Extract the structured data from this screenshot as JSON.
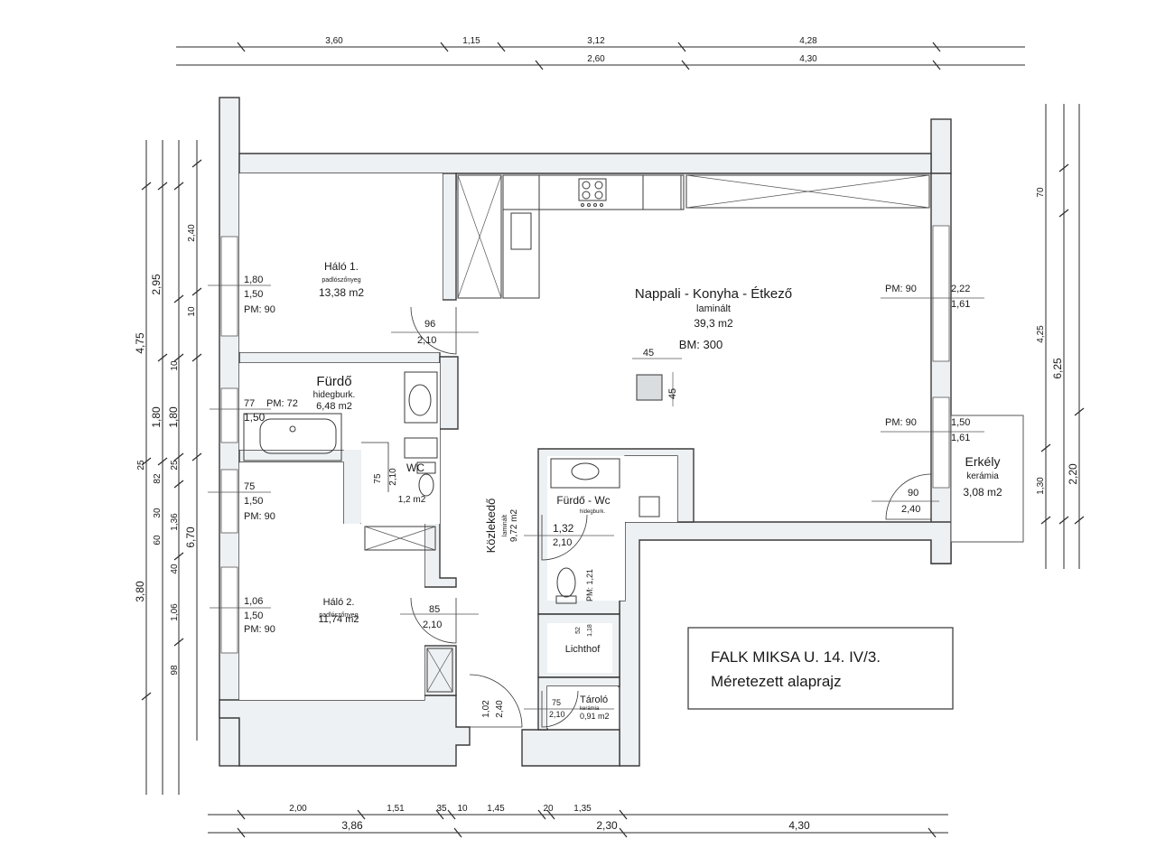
{
  "title": {
    "line1": "FALK MIKSA U. 14. IV/3.",
    "line2": "Méretezett alaprajz"
  },
  "dims": {
    "top1": [
      "3,60",
      "1,15",
      "3,12",
      "4,28"
    ],
    "top2": [
      "2,60",
      "4,30"
    ],
    "bottom1": [
      "2,00",
      "1,51",
      "35",
      "10",
      "1,45",
      "20",
      "1,35"
    ],
    "bottom2": [
      "3,86",
      "2,30",
      "4,30"
    ],
    "left_outer": [
      "4,75",
      "3,80"
    ],
    "left_mid": [
      "2,95",
      "1,80",
      "6,70"
    ],
    "left_inner": [
      "2,40",
      "10",
      "10",
      "1,80",
      "25",
      "82",
      "25",
      "60",
      "30",
      "1,36",
      "40",
      "1,06",
      "98"
    ],
    "right_outer": [
      "6,25",
      "2,20"
    ],
    "right_inner": [
      "70",
      "4,25",
      "1,30"
    ]
  },
  "rooms": {
    "halo1": {
      "name": "Háló 1.",
      "floor": "padlószőnyeg",
      "area": "13,38 m2",
      "win_w": "1,80",
      "win_h": "1,50",
      "pm": "PM: 90",
      "door_w": "96",
      "door_h": "2,10"
    },
    "nappali": {
      "name": "Nappali - Konyha - Étkező",
      "floor": "laminált",
      "area": "39,3 m2",
      "bm": "BM: 300",
      "col_w": "45",
      "col_h": "45",
      "pm1": "PM: 90",
      "win1_w": "2,22",
      "win1_h": "1,61",
      "pm2": "PM: 90",
      "win2_w": "1,50",
      "win2_h": "1,61",
      "door_w": "90",
      "door_h": "2,40"
    },
    "furdo": {
      "name": "Fürdő",
      "floor": "hidegburk.",
      "area": "6,48 m2",
      "win_w": "77",
      "win_h": "1,50",
      "pm": "PM: 72"
    },
    "wc": {
      "name": "WC",
      "area": "1,2 m2",
      "door_w": "75",
      "door_h": "2,10"
    },
    "halo2": {
      "name": "Háló 2.",
      "floor": "padlószőnyeg",
      "area": "11,74 m2",
      "win1_w": "75",
      "win1_h": "1,50",
      "pm1": "PM: 90",
      "win2_w": "1,06",
      "win2_h": "1,50",
      "pm2": "PM: 90",
      "door_w": "85",
      "door_h": "2,10"
    },
    "kozlekedo": {
      "name": "Közlekedő",
      "floor": "laminált",
      "area": "9,72 m2",
      "door_w": "1,02",
      "door_h": "2,40"
    },
    "furdowc": {
      "name": "Fürdő - Wc",
      "floor": "hidegburk.",
      "door_w": "1,32",
      "door_h": "2,10",
      "pm": "PM: 1,21"
    },
    "lichthof": {
      "name": "Lichthof",
      "w": "52",
      "h": "1,18"
    },
    "tarolo": {
      "name": "Tároló",
      "floor": "kerámia",
      "area": "0,91 m2",
      "door_w": "75",
      "door_h": "2,10"
    },
    "erkely": {
      "name": "Erkély",
      "floor": "kerámia",
      "area": "3,08 m2"
    }
  }
}
